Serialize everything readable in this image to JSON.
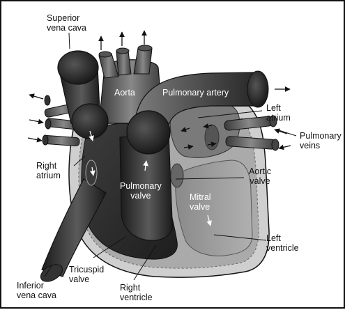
{
  "labels": {
    "superior_vena_cava": "Superior\nvena cava",
    "aorta": "Aorta",
    "pulmonary_artery": "Pulmonary artery",
    "left_atrium": "Left\natrium",
    "pulmonary_veins": "Pulmonary\nveins",
    "right_atrium": "Right\natrium",
    "aortic_valve": "Aortic\nvalve",
    "pulmonary_valve": "Pulmonary\nvalve",
    "mitral_valve": "Mitral\nvalve",
    "left_ventricle": "Left\nventricle",
    "tricuspid_valve": "Tricuspid\nvalve",
    "right_ventricle": "Right\nventricle",
    "inferior_vena_cava": "Inferior\nvena cava"
  },
  "colors": {
    "outline": "#111111",
    "septum_wall": "#c8c8c8",
    "dark_chamber": "#2a2a2a",
    "mid_vessel": "#555555",
    "light_vessel": "#7a7a7a"
  }
}
